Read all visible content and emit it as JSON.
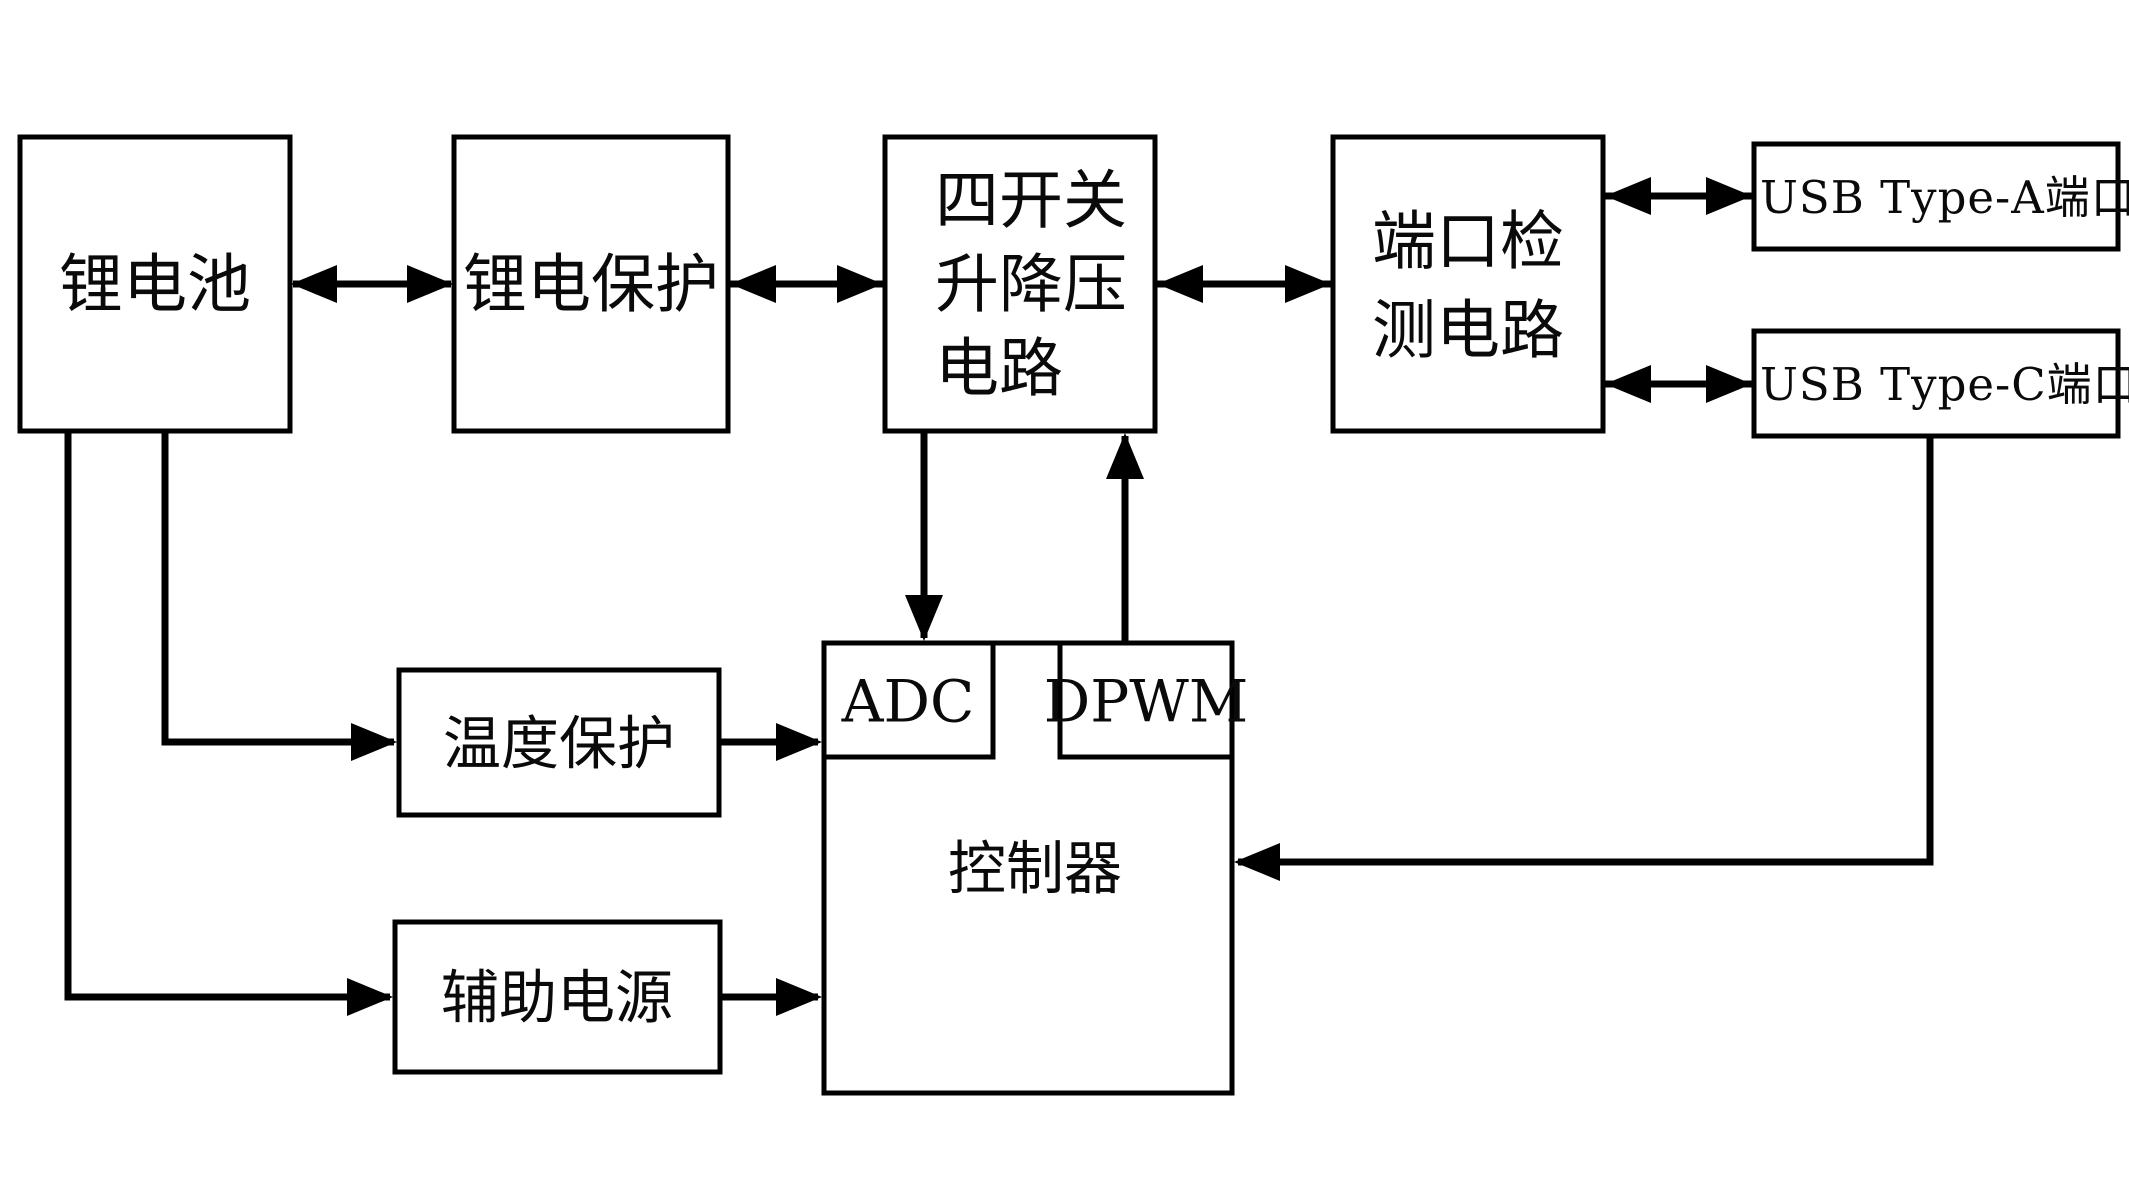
{
  "blocks": {
    "battery": {
      "label": "锂电池"
    },
    "battery_protection": {
      "label": "锂电保护"
    },
    "buck_boost": {
      "lines": [
        "四开关",
        "升降压",
        "电路"
      ]
    },
    "port_detection": {
      "lines": [
        "端口检",
        "测电路"
      ]
    },
    "usb_type_a": {
      "label": "USB Type-A端口"
    },
    "usb_type_c": {
      "label": "USB Type-C端口"
    },
    "temperature_protection": {
      "label": "温度保护"
    },
    "auxiliary_power": {
      "label": "辅助电源"
    },
    "controller": {
      "label": "控制器"
    },
    "adc": {
      "label": "ADC"
    },
    "dpwm": {
      "label": "DPWM"
    }
  },
  "connections": [
    {
      "from": "锂电池",
      "to": "锂电保护",
      "type": "bidirectional"
    },
    {
      "from": "锂电保护",
      "to": "四开关升降压电路",
      "type": "bidirectional"
    },
    {
      "from": "四开关升降压电路",
      "to": "端口检测电路",
      "type": "bidirectional"
    },
    {
      "from": "端口检测电路",
      "to": "USB Type-A端口",
      "type": "bidirectional"
    },
    {
      "from": "端口检测电路",
      "to": "USB Type-C端口",
      "type": "bidirectional"
    },
    {
      "from": "四开关升降压电路",
      "to": "ADC",
      "type": "directional"
    },
    {
      "from": "DPWM",
      "to": "四开关升降压电路",
      "type": "directional"
    },
    {
      "from": "锂电池",
      "to": "温度保护",
      "type": "directional"
    },
    {
      "from": "锂电池",
      "to": "辅助电源",
      "type": "directional"
    },
    {
      "from": "温度保护",
      "to": "控制器",
      "type": "directional"
    },
    {
      "from": "辅助电源",
      "to": "控制器",
      "type": "directional"
    },
    {
      "from": "USB Type-C端口",
      "to": "控制器",
      "type": "directional"
    }
  ],
  "colors": {
    "line": "#000000",
    "box_border": "#000000",
    "box_fill": "#ffffff",
    "background": "#ffffff"
  }
}
